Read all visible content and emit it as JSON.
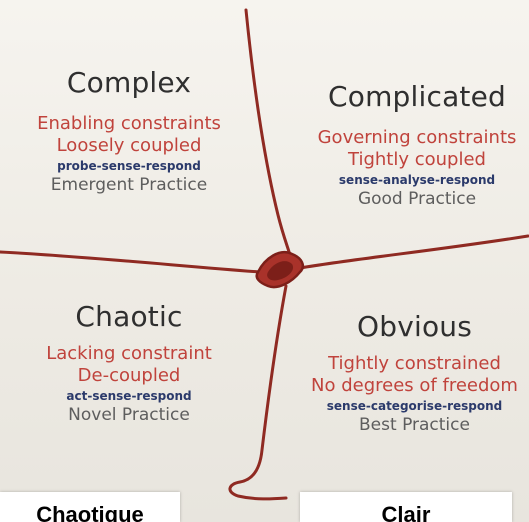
{
  "colors": {
    "background": "#f2efe9",
    "curve": "#8f2a22",
    "center_fill": "#a9322a",
    "title_text": "#2f2f2f",
    "constraint_text": "#c0433c",
    "method_text": "#2b3a6b",
    "practice_text": "#5d5d5d"
  },
  "quadrants": {
    "complex": {
      "title": "Complex",
      "lines": [
        "Enabling constraints",
        "Loosely coupled"
      ],
      "method": "probe-sense-respond",
      "practice": "Emergent Practice"
    },
    "complicated": {
      "title": "Complicated",
      "lines": [
        "Governing constraints",
        "Tightly coupled"
      ],
      "method": "sense-analyse-respond",
      "practice": "Good Practice"
    },
    "chaotic": {
      "title": "Chaotic",
      "lines": [
        "Lacking constraint",
        "De-coupled"
      ],
      "method": "act-sense-respond",
      "practice": "Novel Practice"
    },
    "obvious": {
      "title": "Obvious",
      "lines": [
        "Tightly constrained",
        "No degrees of freedom"
      ],
      "method": "sense-categorise-respond",
      "practice": "Best Practice"
    }
  },
  "labels": {
    "left": "Chaotique",
    "right": "Clair"
  }
}
